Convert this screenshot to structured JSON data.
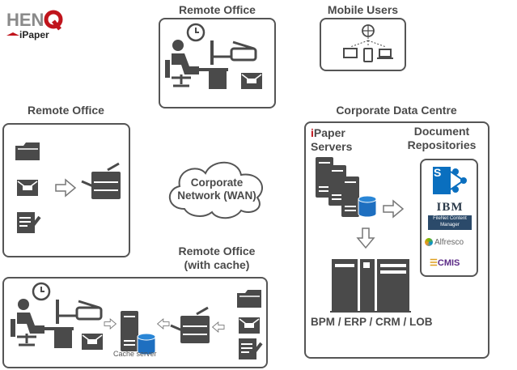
{
  "logo": {
    "brand": "HENQ",
    "product": "iPaper"
  },
  "nodes": {
    "remote_office_top": "Remote Office",
    "mobile_users": "Mobile Users",
    "remote_office_left": "Remote Office",
    "data_centre": "Corporate Data Centre",
    "network": {
      "line1": "Corporate",
      "line2": "Network (WAN)"
    },
    "remote_office_cache": {
      "line1": "Remote Office",
      "line2": "(with cache)"
    },
    "cache_server": "Cache server",
    "ipaper_servers": {
      "prefix": "i",
      "rest": "Paper",
      "line2": "Servers"
    },
    "doc_repos": {
      "line1": "Document",
      "line2": "Repositories"
    },
    "systems": "BPM / ERP / CRM / LOB"
  },
  "repositories": {
    "ibm": "IBM",
    "filenet": "FileNet Content Manager",
    "alfresco": "Alfresco",
    "cmis": "CMIS",
    "sharepoint": "S"
  },
  "colors": {
    "icon": "#4a4a4a",
    "accent_blue": "#1e6fc0",
    "brand_red": "#c0141c",
    "sharepoint": "#0a6fbf",
    "cmis": "#5b2a86"
  }
}
